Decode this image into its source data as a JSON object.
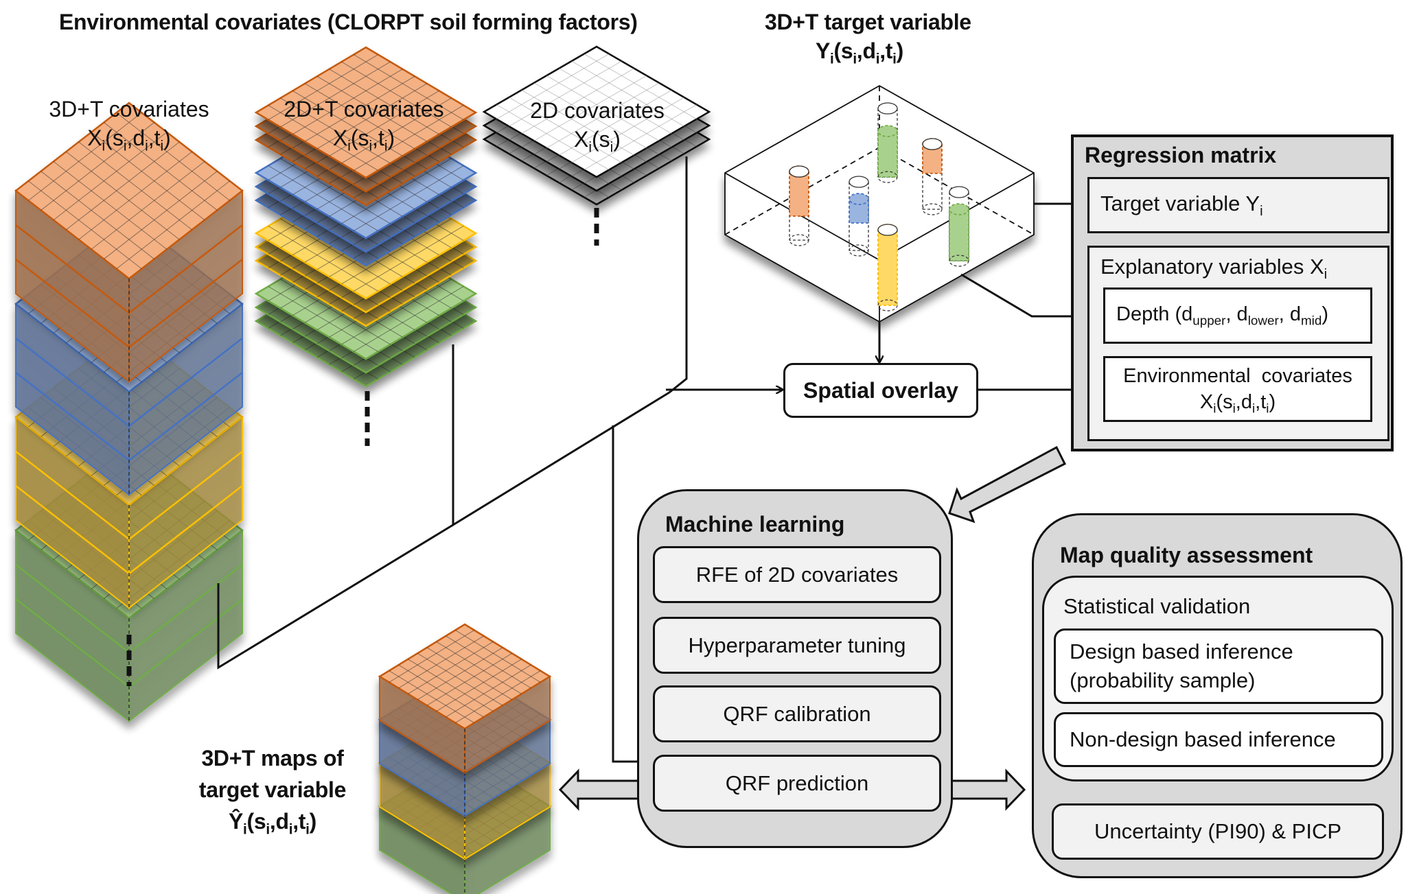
{
  "header": {
    "env_covariates_title": "Environmental covariates (CLORPT soil forming factors)",
    "target_title_line1": "3D+T target variable",
    "target_title_line2": {
      "base": "Y",
      "sub": "i",
      "args": [
        [
          "s",
          "i"
        ],
        [
          "d",
          "i"
        ],
        [
          "t",
          "i"
        ]
      ]
    }
  },
  "covariate_stacks": [
    {
      "id": "3d-t",
      "label": "3D+T covariates",
      "formula": {
        "base": "X",
        "sub": "i",
        "args": [
          [
            "s",
            "i"
          ],
          [
            "d",
            "i"
          ],
          [
            "t",
            "i"
          ]
        ]
      },
      "layer_colors": [
        "orange",
        "blue",
        "yellow",
        "green"
      ],
      "style": "volumes"
    },
    {
      "id": "2d-t",
      "label": "2D+T covariates",
      "formula": {
        "base": "X",
        "sub": "i",
        "args": [
          [
            "s",
            "i"
          ],
          [
            "t",
            "i"
          ]
        ]
      },
      "layer_colors": [
        "orange",
        "blue",
        "yellow",
        "green"
      ],
      "style": "sheets"
    },
    {
      "id": "2d",
      "label": "2D covariates",
      "formula": {
        "base": "X",
        "sub": "i",
        "args": [
          [
            "s",
            "i"
          ]
        ]
      },
      "layer_colors": [
        "white",
        "gray",
        "gray"
      ],
      "style": "sheets"
    }
  ],
  "colors": {
    "orange_fill": "#f4b183",
    "orange_stroke": "#c55a11",
    "orange_dark": "#a0714f",
    "blue_fill": "#9ab4e0",
    "blue_stroke": "#4472c4",
    "blue_dark": "#5f7396",
    "yellow_fill": "#ffd966",
    "yellow_stroke": "#ffc000",
    "yellow_dark": "#a68b3d",
    "green_fill": "#a9d18e",
    "green_stroke": "#70ad47",
    "green_dark": "#6c8a5c",
    "gray_fill": "#a6a6a6",
    "panel_outer": "#d9d9d9",
    "panel_inner": "#f2f2f2"
  },
  "sample_cylinders": [
    "orange",
    "green",
    "orange",
    "blue",
    "green",
    "yellow"
  ],
  "spatial_overlay": {
    "label": "Spatial overlay"
  },
  "regression_matrix": {
    "title": "Regression matrix",
    "target": {
      "text": "Target variable Y",
      "sub": "i"
    },
    "explanatory": {
      "text": "Explanatory variables X",
      "sub": "i"
    },
    "depth": {
      "prefix": "Depth (d",
      "parts": [
        [
          "upper",
          ", d"
        ],
        [
          "lower",
          ", d"
        ],
        [
          "mid",
          ")"
        ]
      ]
    },
    "env_cov": {
      "line1": "Environmental  covariates",
      "formula": {
        "base": "X",
        "sub": "i",
        "args": [
          [
            "s",
            "i"
          ],
          [
            "d",
            "i"
          ],
          [
            "t",
            "i"
          ]
        ]
      }
    }
  },
  "machine_learning": {
    "title": "Machine learning",
    "steps": [
      "RFE of 2D covariates",
      "Hyperparameter tuning",
      "QRF calibration",
      "QRF prediction"
    ]
  },
  "map_quality": {
    "title": "Map quality assessment",
    "statistical_validation": "Statistical validation",
    "design_based": [
      "Design based inference",
      "(probability sample)"
    ],
    "non_design_based": "Non-design based inference",
    "uncertainty": "Uncertainty (PI90) & PICP"
  },
  "output_maps": {
    "line1": "3D+T maps of",
    "line2": "target variable",
    "formula": {
      "base": "Ŷ",
      "sub": "i",
      "args": [
        [
          "s",
          "i"
        ],
        [
          "d",
          "i"
        ],
        [
          "t",
          "i"
        ]
      ]
    },
    "layer_colors": [
      "orange",
      "blue",
      "yellow",
      "green"
    ]
  }
}
